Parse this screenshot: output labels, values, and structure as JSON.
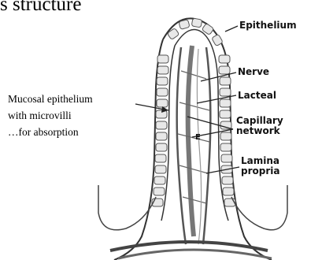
{
  "heading_fragment": "s structure",
  "annotation": {
    "line1": "Mucosal epithelium",
    "line2": "with microvilli",
    "line3": "…for absorption"
  },
  "labels": {
    "epithelium": "Epithelium",
    "nerve": "Nerve",
    "lacteal": "Lacteal",
    "capillary_1": "Capillary",
    "capillary_2": "network",
    "lamina_1": "Lamina",
    "lamina_2": "propria",
    "small_e": "E"
  }
}
